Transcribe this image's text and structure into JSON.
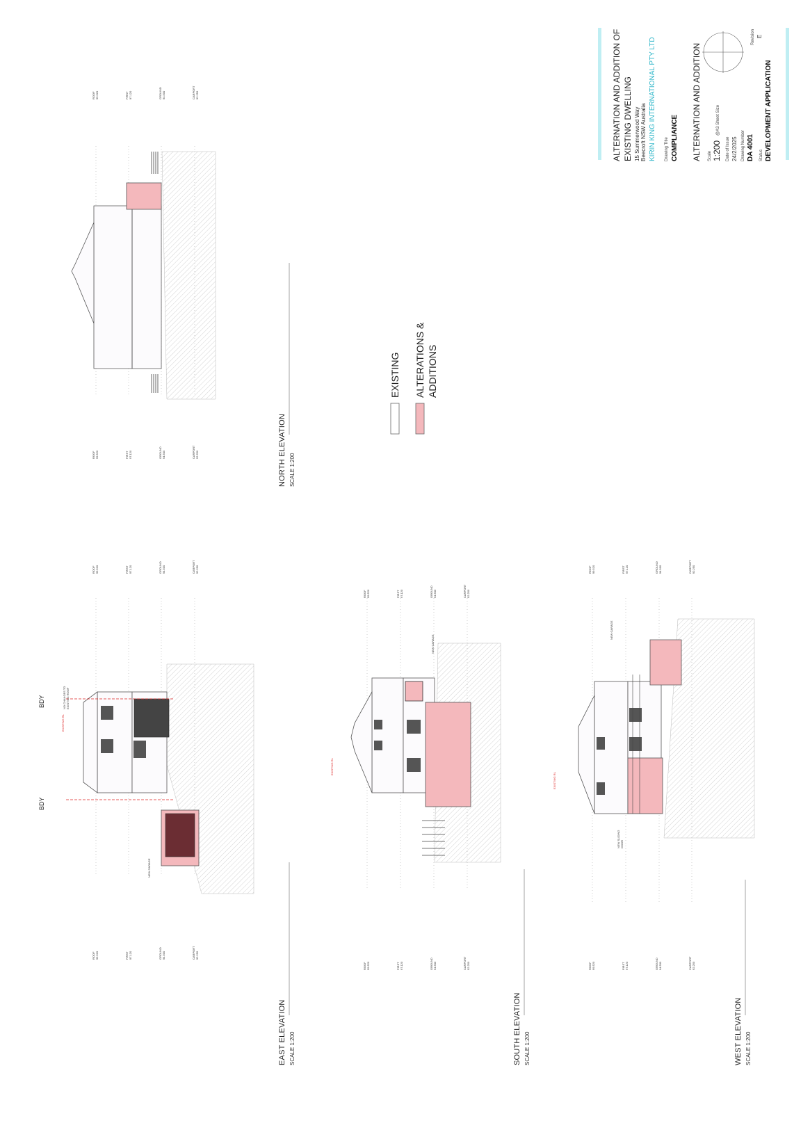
{
  "title_block": {
    "project_title_line1": "ALTERNATION AND ADDITION OF",
    "project_title_line2": "EXISTING DWELLING",
    "address_line1": "15 Summerwood Way",
    "address_line2": "Beecroft  NSW  Australia",
    "company": "KIRIN KING INTERNATIONAL PTY LTD",
    "drawing_title_label": "Drawing Title",
    "drawing_title": "COMPLIANCE",
    "drawing_subtitle": "ALTERNATION AND ADDITION",
    "scale_label": "Scale",
    "scale_value": "1:200",
    "scale_note": "@A3 Sheet Size",
    "date_label": "Date of Issue",
    "date_value": "24/2/2025",
    "drawing_number_label": "Drawing Number",
    "drawing_number": "DA 4001",
    "status_label": "Status",
    "status_value": "DEVELOPMENT APPLICATION",
    "revision_label": "Revision",
    "revision_value": "E",
    "accent_color": "#bfeef3"
  },
  "legend": {
    "existing_label": "EXISTING",
    "alterations_line1": "ALTERATIONS &",
    "alterations_line2": "ADDITIONS",
    "existing_color": "#ffffff",
    "alterations_color": "#f4b8bc"
  },
  "elevations": {
    "north": {
      "title": "NORTH ELEVATION",
      "scale": "SCALE 1:200"
    },
    "east": {
      "title": "EAST ELEVATION",
      "scale": "SCALE 1:200"
    },
    "south": {
      "title": "SOUTH ELEVATION",
      "scale": "SCALE 1:200"
    },
    "west": {
      "title": "WEST ELEVATION",
      "scale": "SCALE 1:200"
    }
  },
  "levels": {
    "roof_name": "ROOF",
    "roof_value": "99.520",
    "first_name": "FIRST",
    "first_value": "97.120",
    "ground_name": "GROUND",
    "ground_value": "94.500",
    "carport_name": "CARPORT",
    "carport_value": "92.250"
  },
  "annotations": {
    "bdy": "BDY",
    "no_changes_line1": "NO CHANGES TO",
    "no_changes_line2": "EXISTING ROOF",
    "new_garage": "NEW GARAGE",
    "new_sliding_door_line1": "NEW SLIDING",
    "new_sliding_door_line2": "DOOR",
    "existing_rl": "EXISTING RL"
  }
}
